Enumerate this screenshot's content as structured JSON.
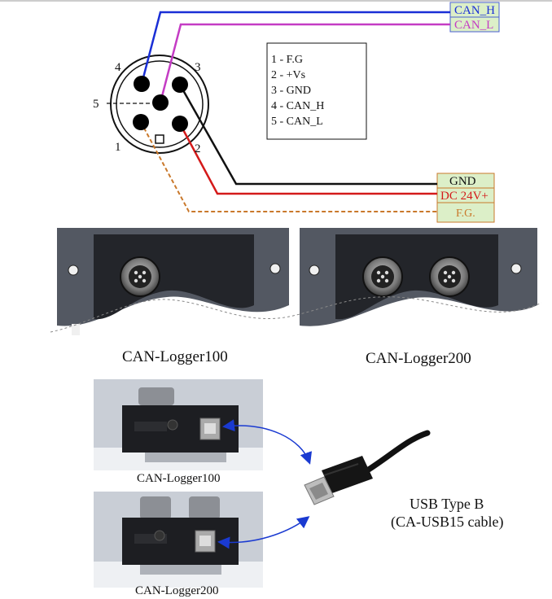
{
  "terminals_top": {
    "can_h": "CAN_H",
    "can_l": "CAN_L"
  },
  "terminals_bottom": {
    "gnd": "GND",
    "dc": "DC 24V+",
    "fg": "F.G."
  },
  "pin_numbers": [
    "1",
    "2",
    "3",
    "4",
    "5"
  ],
  "pin_legend": [
    "1 - F.G",
    "2 - +Vs",
    "3 - GND",
    "4 - CAN_H",
    "5 - CAN_L"
  ],
  "devices": {
    "logger100_caption": "CAN-Logger100",
    "logger200_caption": "CAN-Logger200"
  },
  "usb": {
    "small_caption_1": "CAN-Logger100",
    "small_caption_2": "CAN-Logger200",
    "type_label": "USB Type B",
    "cable_label": "(CA-USB15 cable)"
  },
  "colors": {
    "can_h_wire": "#1a2fd6",
    "can_l_wire": "#c43cc4",
    "gnd_wire": "#111111",
    "dc_wire": "#d41a1a",
    "fg_wire": "#c9782b",
    "terminal_fill": "#dcefc8",
    "arrow": "#1a3ad1"
  }
}
